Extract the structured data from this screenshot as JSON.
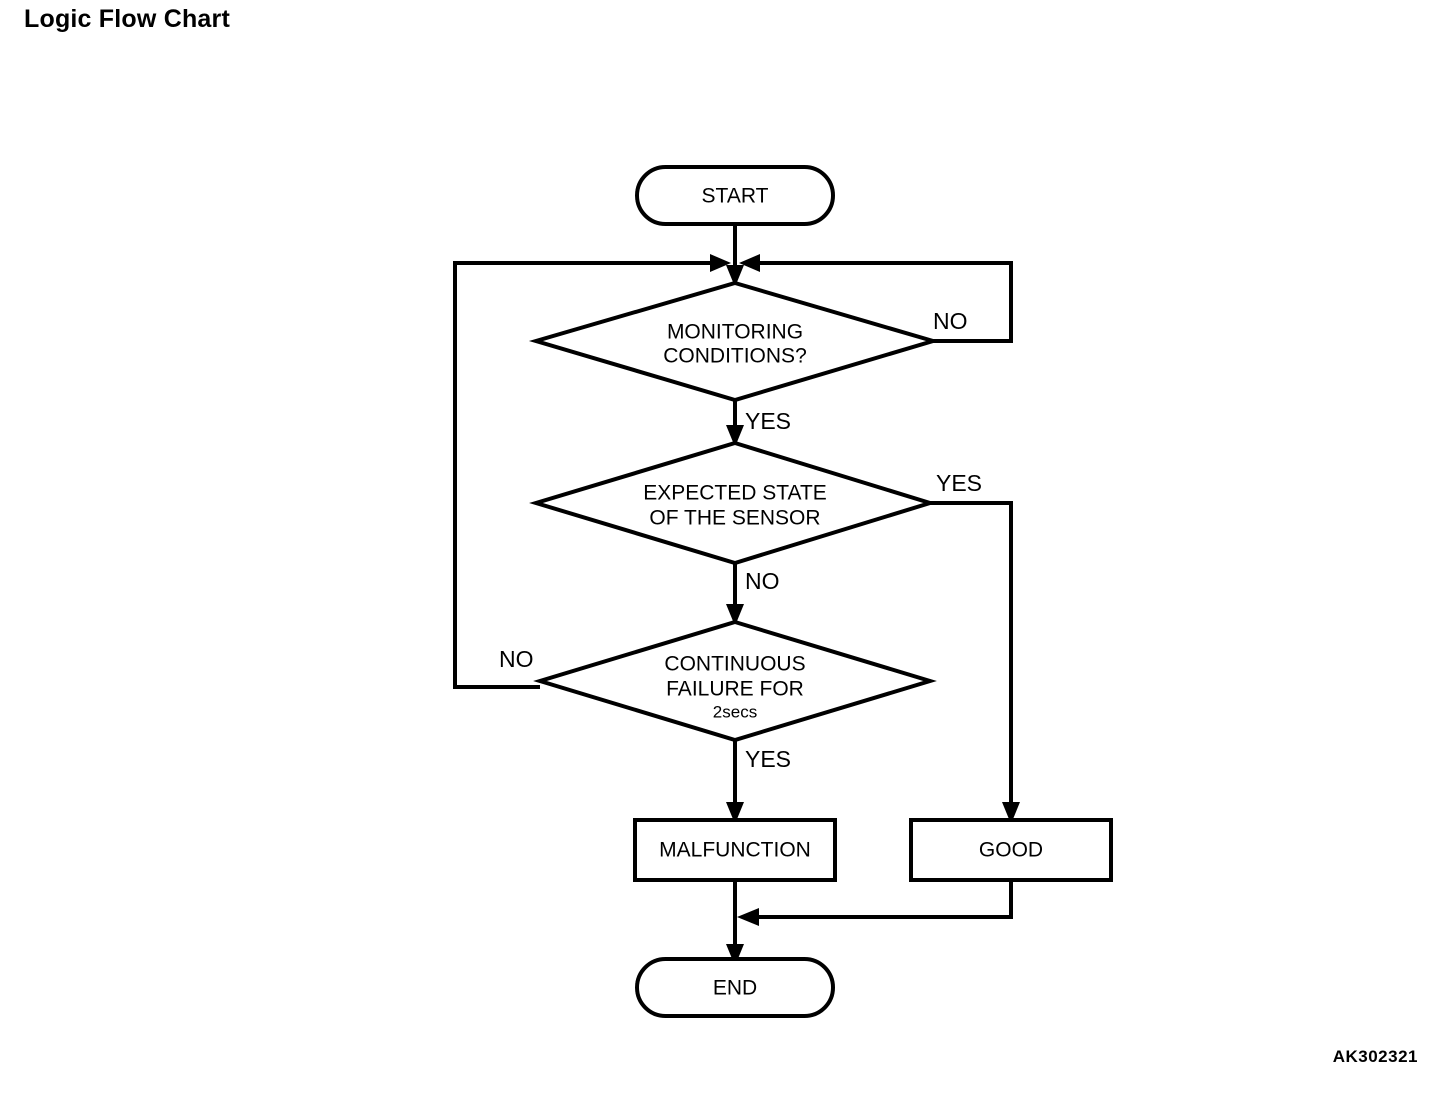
{
  "page": {
    "title": "Logic Flow Chart",
    "figure_code": "AK302321",
    "background_color": "#ffffff",
    "line_color": "#000000"
  },
  "chart_data": {
    "type": "diagram",
    "diagram_kind": "flowchart",
    "title": "Logic Flow Chart",
    "nodes": [
      {
        "id": "start",
        "shape": "terminator",
        "label": "START"
      },
      {
        "id": "monitoring",
        "shape": "decision",
        "label_line1": "MONITORING",
        "label_line2": "CONDITIONS?"
      },
      {
        "id": "expected",
        "shape": "decision",
        "label_line1": "EXPECTED STATE",
        "label_line2": "OF THE SENSOR"
      },
      {
        "id": "continuous",
        "shape": "decision",
        "label_line1": "CONTINUOUS",
        "label_line2": "FAILURE FOR",
        "label_line3": "2secs"
      },
      {
        "id": "malfunction",
        "shape": "process",
        "label": "MALFUNCTION"
      },
      {
        "id": "good",
        "shape": "process",
        "label": "GOOD"
      },
      {
        "id": "end",
        "shape": "terminator",
        "label": "END"
      }
    ],
    "edges": [
      {
        "from": "start",
        "to": "monitoring",
        "label": ""
      },
      {
        "from": "monitoring",
        "to": "monitoring",
        "label": "NO",
        "route": "right-loop-back"
      },
      {
        "from": "monitoring",
        "to": "expected",
        "label": "YES"
      },
      {
        "from": "expected",
        "to": "good",
        "label": "YES",
        "route": "right-down"
      },
      {
        "from": "expected",
        "to": "continuous",
        "label": "NO"
      },
      {
        "from": "continuous",
        "to": "monitoring",
        "label": "NO",
        "route": "left-loop-back"
      },
      {
        "from": "continuous",
        "to": "malfunction",
        "label": "YES"
      },
      {
        "from": "malfunction",
        "to": "end",
        "label": ""
      },
      {
        "from": "good",
        "to": "end",
        "label": "",
        "route": "down-left-merge"
      }
    ]
  },
  "labels": {
    "start": "START",
    "end": "END",
    "malfunction": "MALFUNCTION",
    "good": "GOOD",
    "monitoring_l1": "MONITORING",
    "monitoring_l2": "CONDITIONS?",
    "expected_l1": "EXPECTED STATE",
    "expected_l2": "OF THE SENSOR",
    "continuous_l1": "CONTINUOUS",
    "continuous_l2": "FAILURE FOR",
    "continuous_l3": "2secs",
    "edge_monitoring_no": "NO",
    "edge_monitoring_yes": "YES",
    "edge_expected_yes": "YES",
    "edge_expected_no": "NO",
    "edge_continuous_no": "NO",
    "edge_continuous_yes": "YES"
  }
}
